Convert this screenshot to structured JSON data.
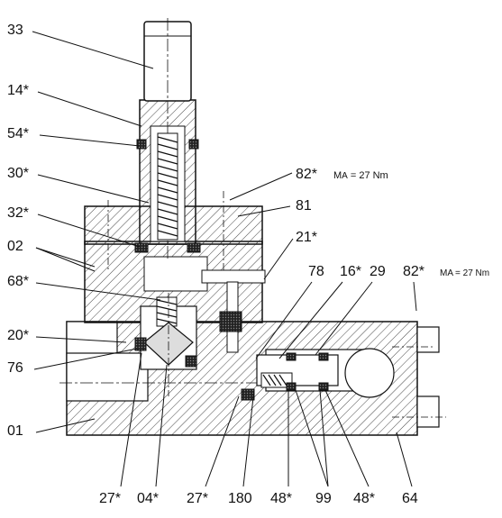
{
  "diagram": {
    "labels": {
      "l33": "33",
      "l14": "14*",
      "l54": "54*",
      "l30": "30*",
      "l32": "32*",
      "l02": "02",
      "l68": "68*",
      "l20": "20*",
      "l76": "76",
      "l01": "01",
      "l82a": "82*",
      "l82b": "82*",
      "l81": "81",
      "l21": "21*",
      "l78": "78",
      "l16": "16*",
      "l29": "29",
      "l27a": "27*",
      "l04": "04*",
      "l27b": "27*",
      "l180": "180",
      "l48a": "48*",
      "l99": "99",
      "l48b": "48*",
      "l64": "64"
    },
    "torque": {
      "prefix": "M",
      "sub": "A",
      "value": "= 27 Nm"
    }
  }
}
